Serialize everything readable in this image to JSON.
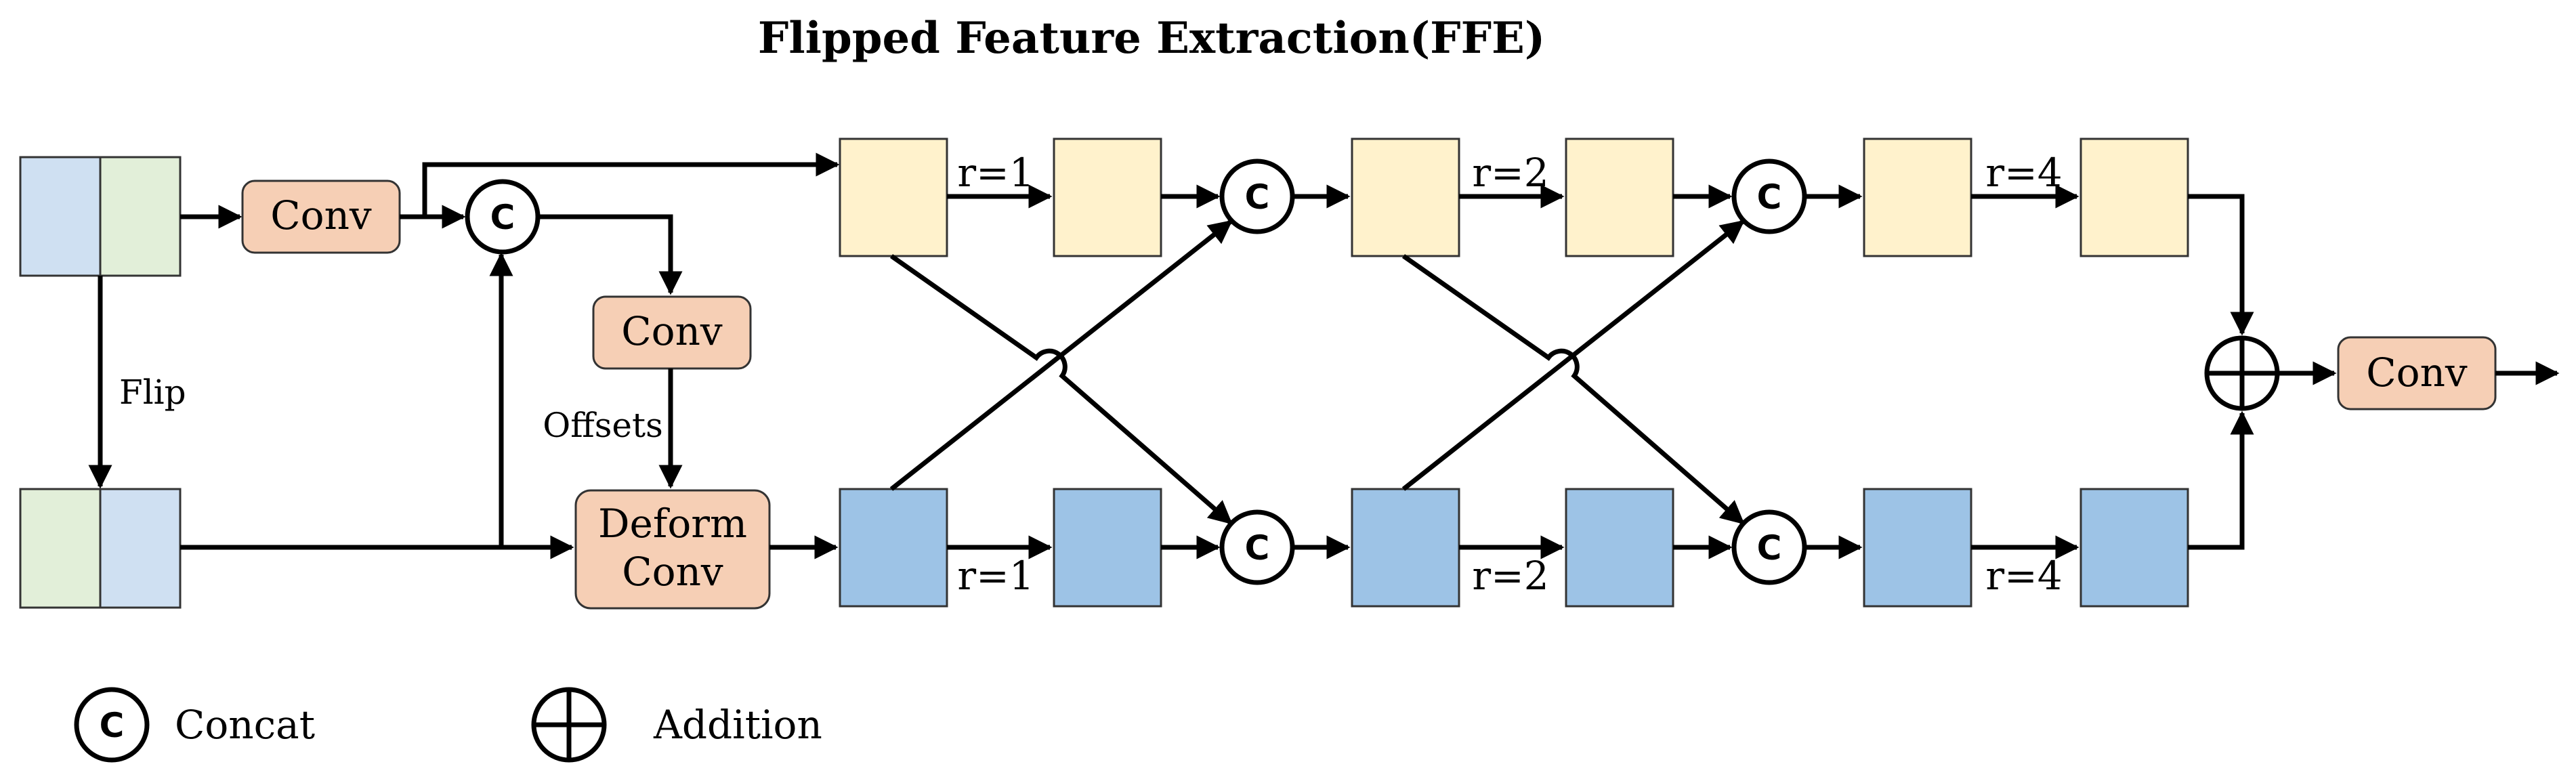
{
  "title": "Flipped Feature Extraction(FFE)",
  "labels": {
    "flip": "Flip",
    "offsets": "Offsets",
    "conv": "Conv",
    "deform_line1": "Deform",
    "deform_line2": "Conv",
    "r1": "r=1",
    "r2": "r=2",
    "r4": "r=4",
    "concat_symbol": "C"
  },
  "legend": {
    "concat": "Concat",
    "addition": "Addition"
  },
  "colors": {
    "light_blue": "#cfe0f2",
    "light_green": "#e2efd9",
    "cream": "#fff2cc",
    "blue": "#9dc3e6",
    "peach": "#f6cfb5"
  }
}
